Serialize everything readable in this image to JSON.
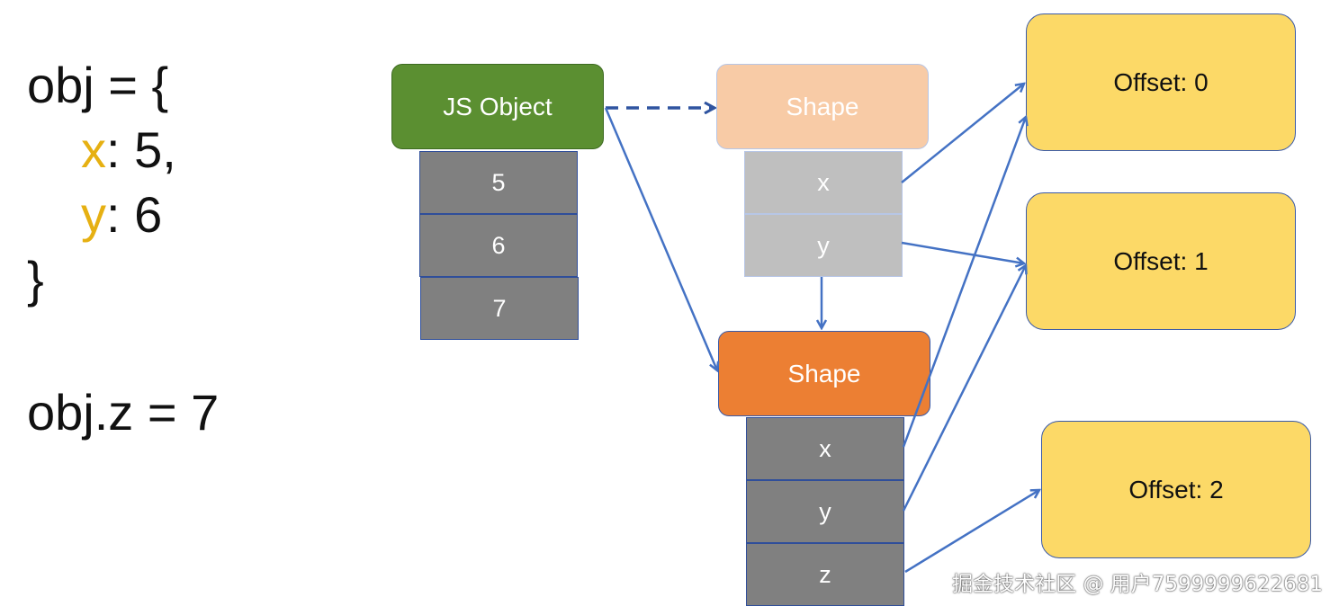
{
  "code": {
    "line1": "obj = {",
    "key_x": "x",
    "val_x": ": 5,",
    "key_y": "y",
    "val_y": ": 6",
    "close": "}",
    "assign": "obj.z = 7"
  },
  "js_object": {
    "label": "JS Object",
    "values": [
      "5",
      "6",
      "7"
    ]
  },
  "shape_old": {
    "label": "Shape",
    "props": [
      "x",
      "y"
    ]
  },
  "shape_new": {
    "label": "Shape",
    "props": [
      "x",
      "y",
      "z"
    ]
  },
  "offsets": [
    "Offset:  0",
    "Offset:  1",
    "Offset:  2"
  ],
  "watermark": "掘金技术社区 @ 用户7599999622681",
  "colors": {
    "js_object": "#5b8f31",
    "shape_old": "#f8cba6",
    "shape_new": "#ec7f33",
    "cell_dark": "#808080",
    "cell_light": "#bfbfbf",
    "offset": "#fcd967",
    "arrow": "#4472c4",
    "code_key": "#e6b012"
  }
}
